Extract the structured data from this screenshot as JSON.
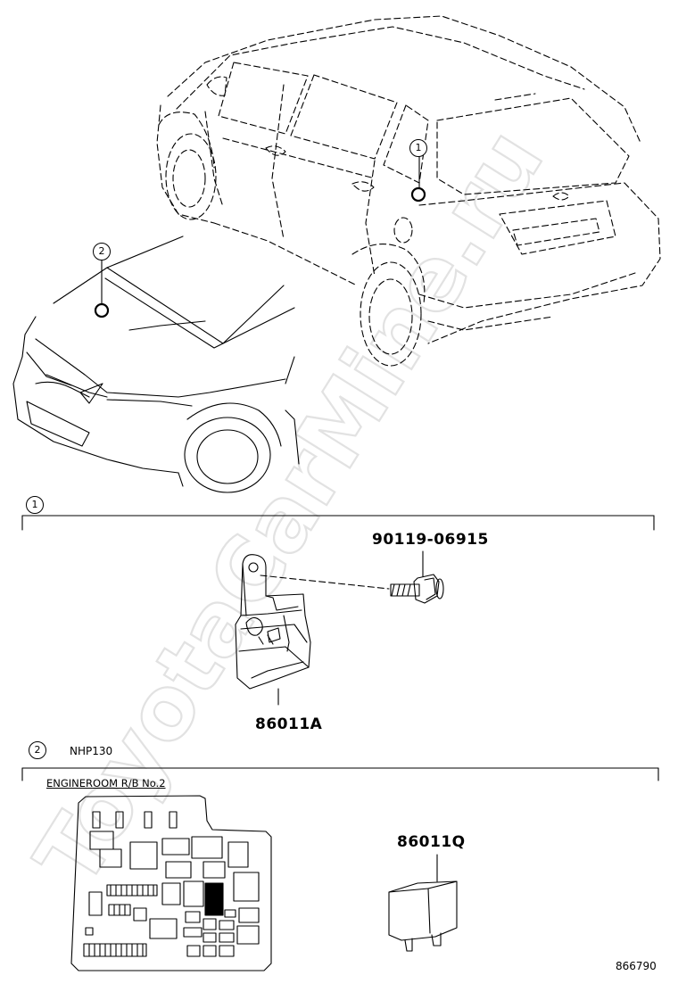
{
  "callouts": {
    "one": "1",
    "two": "2"
  },
  "sections": [
    {
      "marker": "1",
      "parts": [
        "90119-06915",
        "86011A"
      ]
    },
    {
      "marker": "2",
      "note": "NHP130",
      "box_title": "ENGINEROOM R/B No.2",
      "parts": [
        "86011Q"
      ]
    }
  ],
  "watermark": "ToyotaCarMine.ru",
  "drawing_id": "866790",
  "colors": {
    "ink": "#000000",
    "watermark": "#e6e6e6",
    "highlight": "#000000"
  }
}
